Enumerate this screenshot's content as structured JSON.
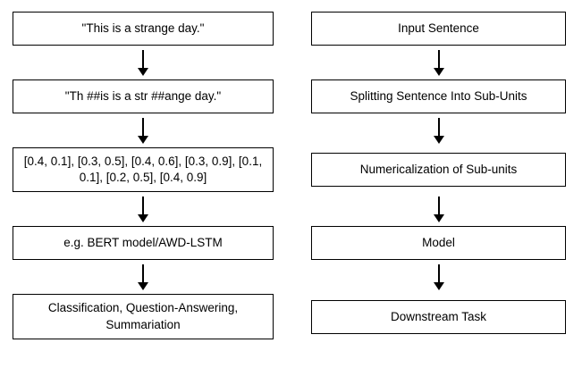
{
  "diagram": {
    "left_column": {
      "boxes": [
        {
          "label": "\"This is a strange day.\""
        },
        {
          "label": "\"Th ##is is a str ##ange day.\""
        },
        {
          "label": "[0.4, 0.1], [0.3, 0.5], [0.4, 0.6], [0.3, 0.9], [0.1, 0.1], [0.2, 0.5], [0.4, 0.9]"
        },
        {
          "label": "e.g. BERT model/AWD-LSTM"
        },
        {
          "label": "Classification, Question-Answering, Summariation"
        }
      ]
    },
    "right_column": {
      "boxes": [
        {
          "label": "Input Sentence"
        },
        {
          "label": "Splitting Sentence Into Sub-Units"
        },
        {
          "label": "Numericalization of Sub-units"
        },
        {
          "label": "Model"
        },
        {
          "label": "Downstream Task"
        }
      ]
    },
    "colors": {
      "box_border": "#000000",
      "box_fill": "#ffffff",
      "arrow": "#000000"
    }
  }
}
